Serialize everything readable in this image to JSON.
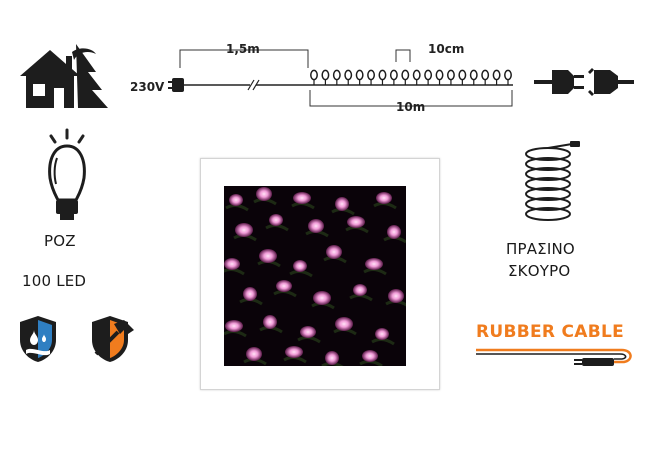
{
  "product": {
    "color_label": "ΡΟΖ",
    "led_count_label": "100 LED",
    "cable_color_line1": "ΠΡΑΣΙΝΟ",
    "cable_color_line2": "ΣΚΟΥΡΟ",
    "cable_type_label": "RUBBER CABLE"
  },
  "diagram": {
    "voltage_label": "230V",
    "lead_length_label": "1,5m",
    "spacing_label": "10cm",
    "lit_length_label": "10m",
    "bulb_count_drawn": 18
  },
  "icons": [
    "indoor-outdoor-icon",
    "plug-connector-icon",
    "bulb-icon",
    "waterproof-shield-icon",
    "hammer-shield-icon",
    "coiled-cable-icon",
    "cable-plug-icon"
  ],
  "colors": {
    "accent_orange": "#f07c1e",
    "shield_blue": "#2f7fc2",
    "led_pink": "#f19bd8",
    "photo_bg": "#0a0309"
  }
}
